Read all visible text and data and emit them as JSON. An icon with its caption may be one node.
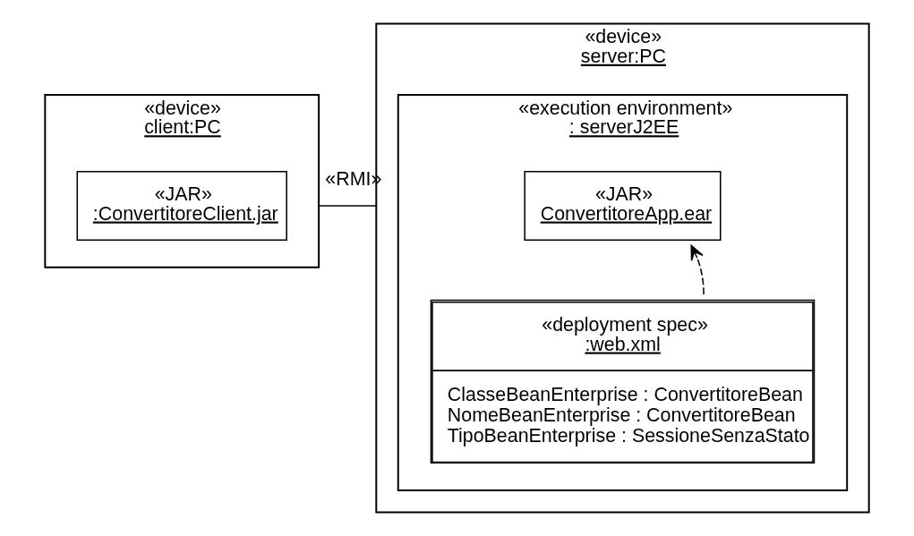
{
  "diagram": {
    "nodes": [
      {
        "text": [
          "«device»",
          "client:PC"
        ]
      },
      {
        "text": [
          "«JAR»",
          ":ConvertitoreClient.jar"
        ],
        "in": 0
      },
      {
        "text": [
          "«device»",
          "server:PC"
        ]
      },
      {
        "text": [
          "«execution environment»",
          ": serverJ2EE"
        ],
        "in": 2
      },
      {
        "text": [
          "«JAR»",
          "ConvertitoreApp.ear"
        ],
        "in": 3
      },
      {
        "text": [
          "«deployment spec»",
          ":web.xml",
          "ClasseBeanEnterprise : ConvertitoreBean",
          "NomeBeanEnterprise : ConvertitoreBean",
          "TipoBeanEnterprise : SessioneSenzaStato"
        ],
        "in": 3
      }
    ],
    "edges": [
      {
        "from": 0,
        "to": 2,
        "arrow": "none",
        "label": "«RMI»"
      },
      {
        "from": 5,
        "to": 4,
        "arrow": "to",
        "style": "dashed"
      }
    ]
  }
}
